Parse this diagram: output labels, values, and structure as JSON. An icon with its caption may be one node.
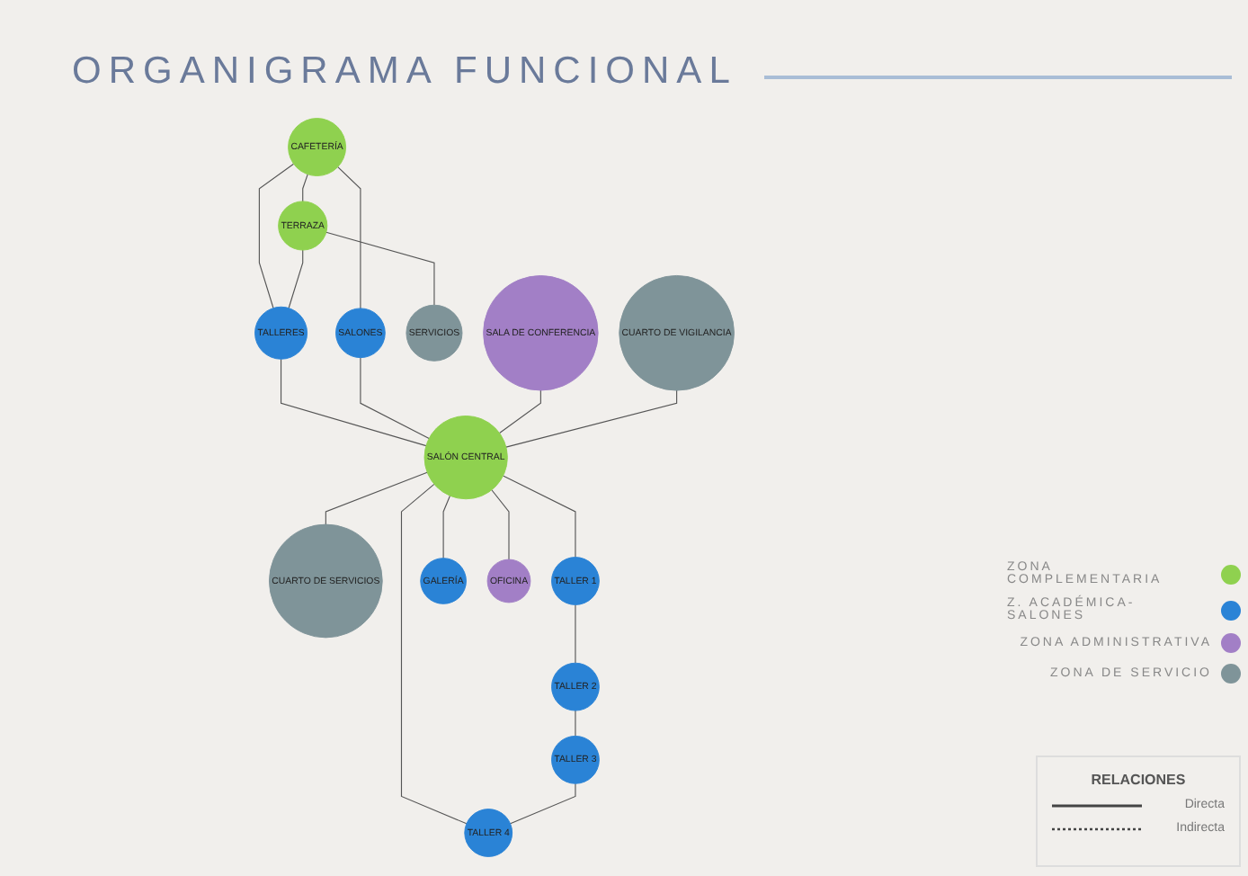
{
  "diagram": {
    "title": "ORGANIGRAMA FUNCIONAL",
    "nodes": [
      {
        "text": [
          "CAFETERÍA"
        ]
      },
      {
        "text": [
          "TERRAZA"
        ]
      },
      {
        "text": [
          "SALA DE CONFERENCIA"
        ]
      },
      {
        "text": [
          "SALONES"
        ]
      },
      {
        "text": [
          "SERVICIOS"
        ]
      },
      {
        "text": [
          "TALLERES"
        ]
      },
      {
        "text": [
          "CUARTO DE VIGILANCIA"
        ]
      },
      {
        "text": [
          "SALÓN CENTRAL"
        ]
      },
      {
        "text": [
          "CUARTO DE SERVICIOS"
        ]
      },
      {
        "text": [
          "TALLER 1"
        ]
      },
      {
        "text": [
          "TALLER 4"
        ]
      },
      {
        "text": [
          "GALERÍA"
        ]
      },
      {
        "text": [
          "OFICINA"
        ]
      },
      {
        "text": [
          "TALLER 2"
        ]
      },
      {
        "text": [
          "TALLER 3"
        ]
      }
    ],
    "edges": [
      {
        "from": 0,
        "to": 1,
        "arrow": "none"
      },
      {
        "from": 0,
        "to": 3,
        "arrow": "none"
      },
      {
        "from": 0,
        "to": 5,
        "arrow": "none"
      },
      {
        "from": 1,
        "to": 5,
        "arrow": "none"
      },
      {
        "from": 1,
        "to": 4,
        "arrow": "none"
      },
      {
        "from": 5,
        "to": 7,
        "arrow": "none"
      },
      {
        "from": 3,
        "to": 7,
        "arrow": "none"
      },
      {
        "from": 2,
        "to": 7,
        "arrow": "none"
      },
      {
        "from": 6,
        "to": 7,
        "arrow": "none"
      },
      {
        "from": 7,
        "to": 8,
        "arrow": "none"
      },
      {
        "from": 7,
        "to": 12,
        "arrow": "none"
      },
      {
        "from": 7,
        "to": 9,
        "arrow": "none"
      },
      {
        "from": 7,
        "to": 10,
        "arrow": "none"
      },
      {
        "from": 7,
        "to": 11,
        "arrow": "none"
      },
      {
        "from": 9,
        "to": 13,
        "arrow": "none"
      },
      {
        "from": 13,
        "to": 14,
        "arrow": "none"
      },
      {
        "from": 14,
        "to": 10,
        "arrow": "none"
      }
    ],
    "labels": [
      "RELACIONES"
    ],
    "legend": [
      {
        "text": "ZONA COMPLEMENTARIA",
        "color": "#8fd14f"
      },
      {
        "text": "Z. ACADÉMICA-SALONES",
        "color": "#2a83d6"
      },
      {
        "text": "ZONA ADMINISTRATIVA",
        "color": "#a27fc6"
      },
      {
        "text": "ZONA DE SERVICIO",
        "color": "#7f9499"
      },
      {
        "text": "Directa"
      },
      {
        "text": "Indirecta"
      }
    ]
  }
}
